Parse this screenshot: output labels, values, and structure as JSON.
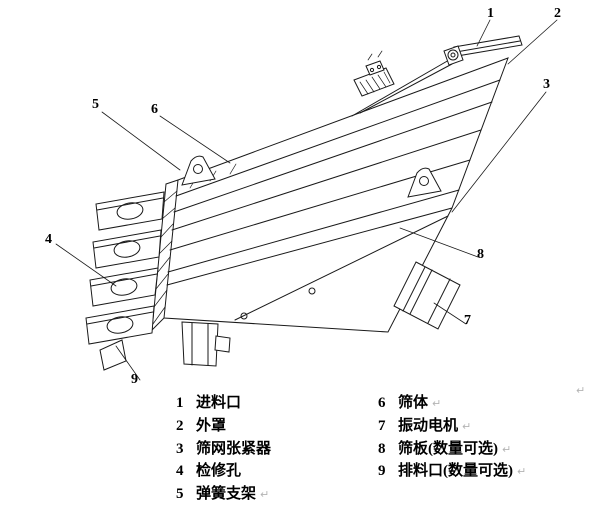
{
  "colors": {
    "line": "#1a1a1a",
    "text": "#000000",
    "faint_mark": "#b4b4b4"
  },
  "callouts": [
    {
      "n": "1"
    },
    {
      "n": "2"
    },
    {
      "n": "3"
    },
    {
      "n": "4"
    },
    {
      "n": "5"
    },
    {
      "n": "6"
    },
    {
      "n": "7"
    },
    {
      "n": "8"
    },
    {
      "n": "9"
    }
  ],
  "legend": {
    "rows": [
      {
        "left_num": "1",
        "left_label": "进料口",
        "left_mark": "",
        "right_num": "6",
        "right_label": "筛体",
        "right_mark": "↵"
      },
      {
        "left_num": "2",
        "left_label": "外罩",
        "left_mark": "",
        "right_num": "7",
        "right_label": "振动电机",
        "right_mark": "↵"
      },
      {
        "left_num": "3",
        "left_label": "筛网张紧器",
        "left_mark": "",
        "right_num": "8",
        "right_label": "筛板(数量可选)",
        "right_mark": "↵"
      },
      {
        "left_num": "4",
        "left_label": "检修孔",
        "left_mark": "",
        "right_num": "9",
        "right_label": "排料口(数量可选)",
        "right_mark": "↵"
      },
      {
        "left_num": "5",
        "left_label": "弹簧支架",
        "left_mark": "↵",
        "right_num": "",
        "right_label": "",
        "right_mark": ""
      }
    ]
  },
  "marks": {
    "page_mark": "↵"
  }
}
